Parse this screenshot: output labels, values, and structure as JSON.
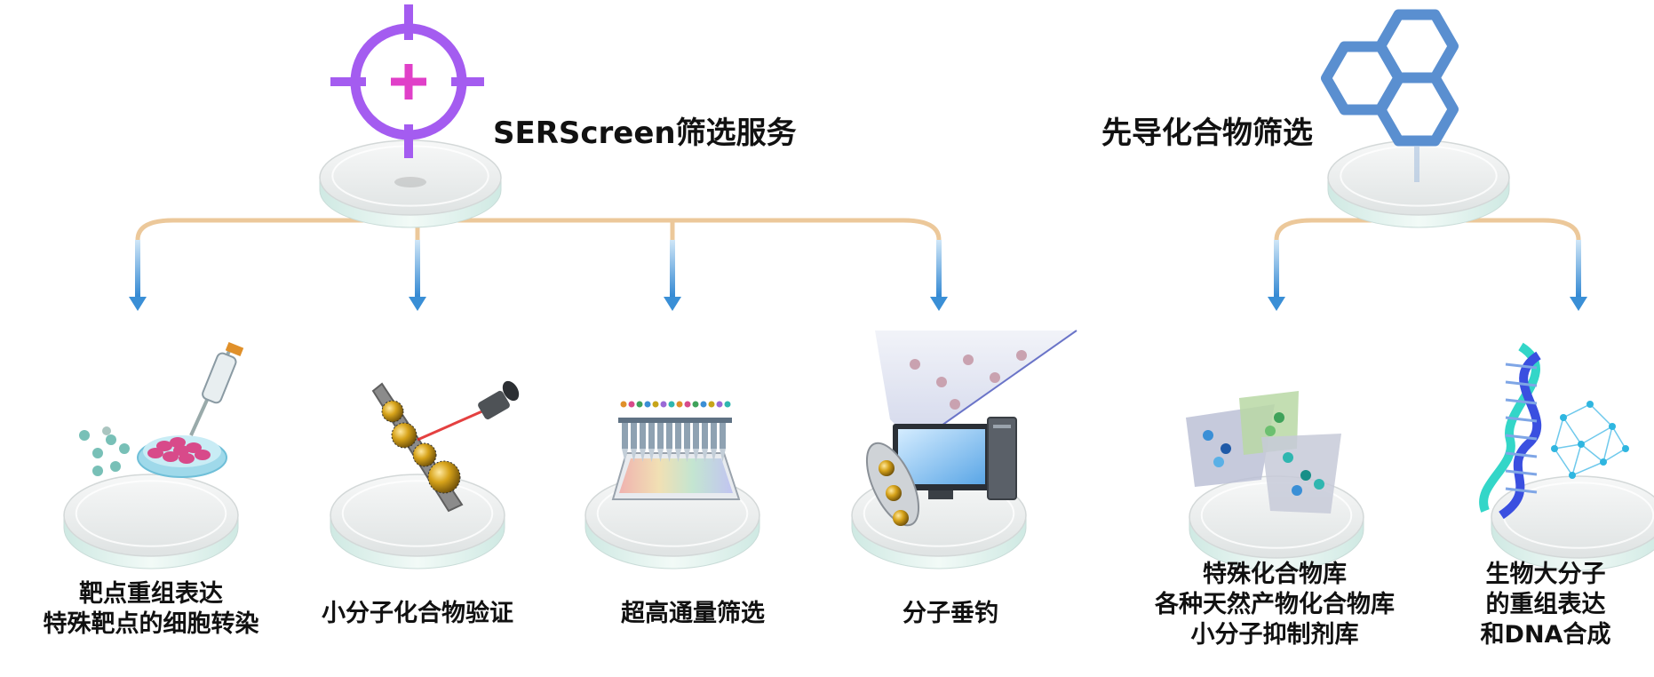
{
  "groups": [
    {
      "title": "SERScreen筛选服务",
      "icon": "crosshair-target-icon",
      "items": [
        {
          "lines": [
            "靶点重组表达",
            "特殊靶点的细胞转染"
          ],
          "icon": "pipette-petri-dish-icon"
        },
        {
          "lines": [
            "小分子化合物验证"
          ],
          "icon": "laser-nanoparticle-icon"
        },
        {
          "lines": [
            "超高通量筛选"
          ],
          "icon": "microplate-icon"
        },
        {
          "lines": [
            "分子垂钓"
          ],
          "icon": "computer-molecule-icon"
        }
      ]
    },
    {
      "title": "先导化合物筛选",
      "icon": "hexagon-molecule-icon",
      "items": [
        {
          "lines": [
            "特殊化合物库",
            "各种天然产物化合物库",
            "小分子抑制剂库"
          ],
          "icon": "compound-library-icon"
        },
        {
          "lines": [
            "生物大分子",
            "的重组表达",
            "和DNA合成"
          ],
          "icon": "dna-helix-icon"
        }
      ]
    }
  ],
  "colors": {
    "branch_line": "#ecc89a",
    "arrow": "#3a8fd6",
    "target_purple": "#a45cf0",
    "target_pink": "#e040c8",
    "hexagon_blue": "#5a8fd0",
    "dna_cyan": "#33d6c8",
    "dna_blue": "#3a4fe0",
    "gold": "#b5870f"
  }
}
